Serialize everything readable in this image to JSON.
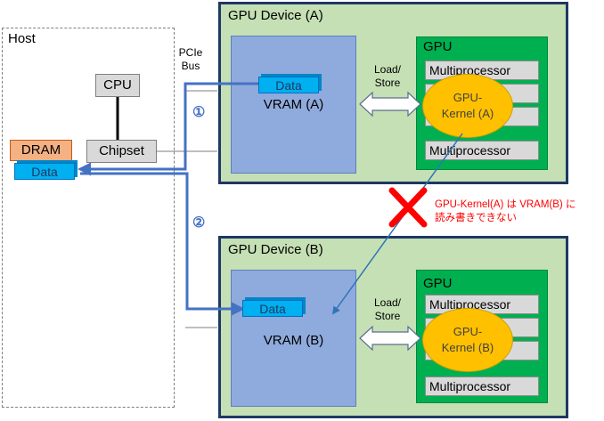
{
  "host": {
    "title": "Host",
    "cpu": "CPU",
    "chipset": "Chipset",
    "dram": "DRAM",
    "data": "Data"
  },
  "bus": {
    "line1": "PCIe",
    "line2": "Bus"
  },
  "steps": {
    "one": "①",
    "two": "②"
  },
  "device_a": {
    "title": "GPU Device (A)",
    "vram": "VRAM (A)",
    "data": "Data",
    "gpu": "GPU",
    "mp_top": "Multiprocessor",
    "mp_bottom": "Multiprocessor",
    "kernel_line1": "GPU-",
    "kernel_line2": "Kernel (A)",
    "ls_line1": "Load/",
    "ls_line2": "Store"
  },
  "device_b": {
    "title": "GPU Device (B)",
    "vram": "VRAM (B)",
    "data": "Data",
    "gpu": "GPU",
    "mp_top": "Multiprocessor",
    "mp_bottom": "Multiprocessor",
    "kernel_line1": "GPU-",
    "kernel_line2": "Kernel (B)",
    "ls_line1": "Load/",
    "ls_line2": "Store"
  },
  "note": {
    "line1": "GPU-Kernel(A) は VRAM(B) に",
    "line2": "読み書きできない"
  },
  "colors": {
    "device_bg": "#c5e0b4",
    "device_border": "#1f3864",
    "vram": "#8faadc",
    "gpu": "#00b050",
    "mp": "#d9d9d9",
    "kernel": "#ffc000",
    "data": "#00b0f0",
    "dram": "#f4b183",
    "arrow": "#4472c4",
    "cross": "#ff0000",
    "note": "#ff0000"
  }
}
